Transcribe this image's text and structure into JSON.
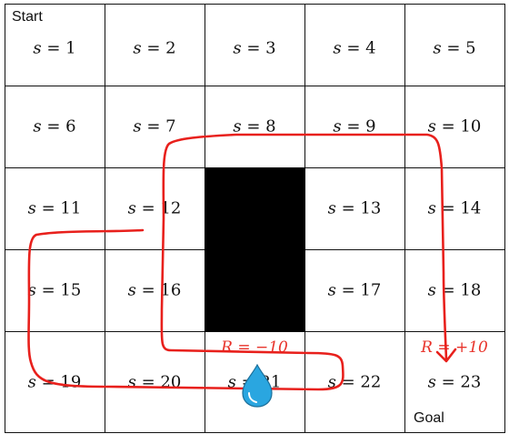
{
  "grid": {
    "rows": 5,
    "cols": 5,
    "cells": [
      {
        "state": "1",
        "row": 0,
        "col": 0
      },
      {
        "state": "2",
        "row": 0,
        "col": 1
      },
      {
        "state": "3",
        "row": 0,
        "col": 2
      },
      {
        "state": "4",
        "row": 0,
        "col": 3
      },
      {
        "state": "5",
        "row": 0,
        "col": 4
      },
      {
        "state": "6",
        "row": 1,
        "col": 0
      },
      {
        "state": "7",
        "row": 1,
        "col": 1
      },
      {
        "state": "8",
        "row": 1,
        "col": 2
      },
      {
        "state": "9",
        "row": 1,
        "col": 3
      },
      {
        "state": "10",
        "row": 1,
        "col": 4
      },
      {
        "state": "11",
        "row": 2,
        "col": 0
      },
      {
        "state": "12",
        "row": 2,
        "col": 1
      },
      {
        "state": "13",
        "row": 2,
        "col": 3
      },
      {
        "state": "14",
        "row": 2,
        "col": 4
      },
      {
        "state": "15",
        "row": 3,
        "col": 0
      },
      {
        "state": "16",
        "row": 3,
        "col": 1
      },
      {
        "state": "17",
        "row": 3,
        "col": 3
      },
      {
        "state": "18",
        "row": 3,
        "col": 4
      },
      {
        "state": "19",
        "row": 4,
        "col": 0
      },
      {
        "state": "20",
        "row": 4,
        "col": 1
      },
      {
        "state": "21",
        "row": 4,
        "col": 2
      },
      {
        "state": "22",
        "row": 4,
        "col": 3
      },
      {
        "state": "23",
        "row": 4,
        "col": 4
      }
    ],
    "obstacle": {
      "rows": [
        2,
        3
      ],
      "col": 2
    }
  },
  "labels": {
    "start": "Start",
    "goal": "Goal",
    "state_symbol": "s",
    "equals": " = "
  },
  "rewards": [
    {
      "text": "R = −10",
      "row": 4,
      "col": 2
    },
    {
      "text": "R = +10",
      "row": 4,
      "col": 4
    }
  ],
  "water_drop": {
    "row": 4,
    "col": 2,
    "icon": "water-drop-icon"
  },
  "colors": {
    "grid_line": "#111111",
    "obstacle": "#000000",
    "path": "#e8201c",
    "reward_text": "#e8322a",
    "water_drop": "#2aa6e0"
  }
}
